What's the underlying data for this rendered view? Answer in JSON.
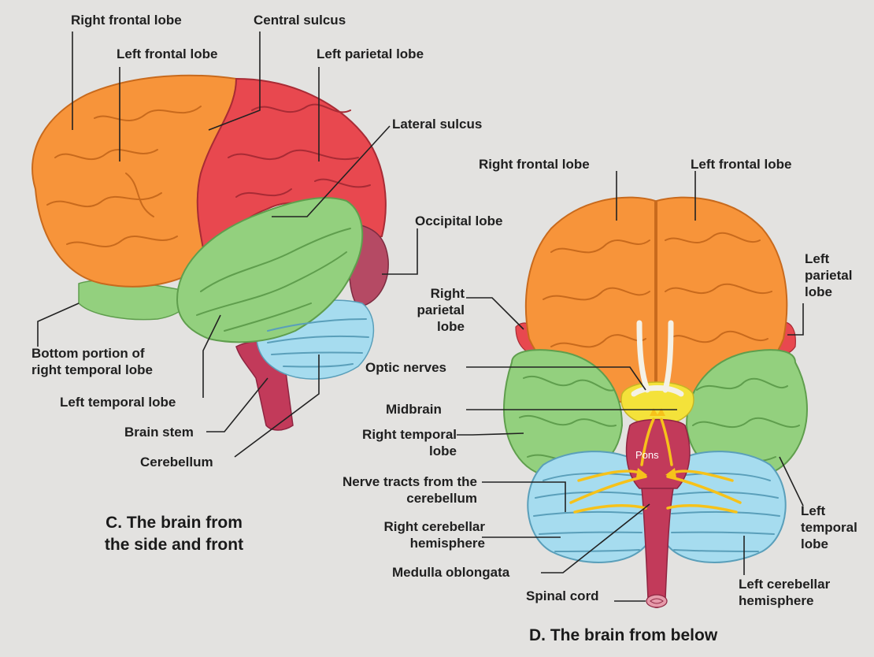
{
  "side_view": {
    "caption": "C. The brain from\nthe side and front",
    "labels": {
      "right_frontal_lobe": "Right frontal lobe",
      "central_sulcus": "Central sulcus",
      "left_frontal_lobe": "Left frontal lobe",
      "left_parietal_lobe": "Left parietal lobe",
      "lateral_sulcus": "Lateral sulcus",
      "occipital_lobe": "Occipital lobe",
      "bottom_right_temporal": "Bottom portion of\nright temporal lobe",
      "left_temporal_lobe": "Left temporal lobe",
      "brain_stem": "Brain stem",
      "cerebellum": "Cerebellum"
    }
  },
  "bottom_view": {
    "caption": "D. The brain from below",
    "labels": {
      "right_frontal_lobe": "Right frontal lobe",
      "left_frontal_lobe": "Left frontal lobe",
      "left_parietal_lobe": "Left\nparietal\nlobe",
      "right_parietal_lobe": "Right\nparietal\nlobe",
      "optic_nerves": "Optic nerves",
      "midbrain": "Midbrain",
      "right_temporal_lobe": "Right temporal\nlobe",
      "pons": "Pons",
      "nerve_tracts": "Nerve tracts from the\ncerebellum",
      "right_cerebellar_hemisphere": "Right cerebellar\nhemisphere",
      "medulla_oblongata": "Medulla oblongata",
      "spinal_cord": "Spinal cord",
      "left_temporal_lobe": "Left\ntemporal\nlobe",
      "left_cerebellar_hemisphere": "Left cerebellar\nhemisphere"
    }
  },
  "colors": {
    "frontal": "#f7943a",
    "parietal": "#e8484f",
    "temporal": "#93d07e",
    "occipital": "#b54a64",
    "cerebellum": "#a6dcef",
    "brainstem": "#c23a5a",
    "midbrain": "#f4e23a",
    "background": "#e3e2e0"
  }
}
